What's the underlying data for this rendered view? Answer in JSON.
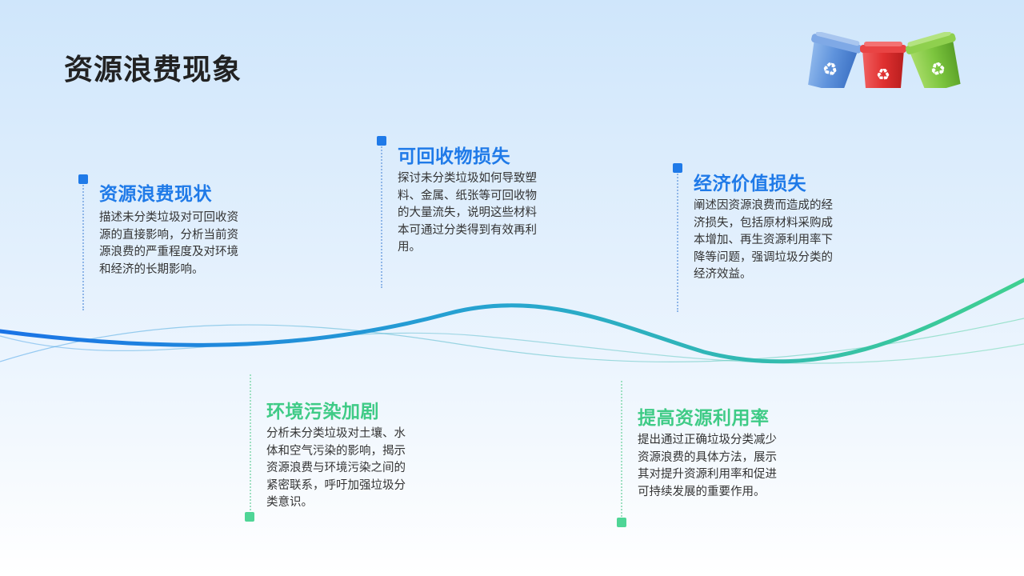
{
  "page": {
    "title": "资源浪费现象"
  },
  "colors": {
    "primary_blue": "#1f7ae8",
    "primary_green": "#3fcb86",
    "title_text": "#222222",
    "body_text": "#333333"
  },
  "icons": {
    "bins": [
      "blue-recycle-bin-icon",
      "red-recycle-bin-icon",
      "green-recycle-bin-icon"
    ]
  },
  "cards": [
    {
      "title": "资源浪费现状",
      "body": "描述未分类垃圾对可回收资源的直接影响，分析当前资源浪费的严重程度及对环境和经济的长期影响。",
      "color": "blue"
    },
    {
      "title": "可回收物损失",
      "body": "探讨未分类垃圾如何导致塑料、金属、纸张等可回收物的大量流失，说明这些材料本可通过分类得到有效再利用。",
      "color": "blue"
    },
    {
      "title": "经济价值损失",
      "body": "阐述因资源浪费而造成的经济损失，包括原材料采购成本增加、再生资源利用率下降等问题，强调垃圾分类的经济效益。",
      "color": "blue"
    },
    {
      "title": "环境污染加剧",
      "body": "分析未分类垃圾对土壤、水体和空气污染的影响，揭示资源浪费与环境污染之间的紧密联系，呼吁加强垃圾分类意识。",
      "color": "green"
    },
    {
      "title": "提高资源利用率",
      "body": "提出通过正确垃圾分类减少资源浪费的具体方法，展示其对提升资源利用率和促进可持续发展的重要作用。",
      "color": "green"
    }
  ]
}
